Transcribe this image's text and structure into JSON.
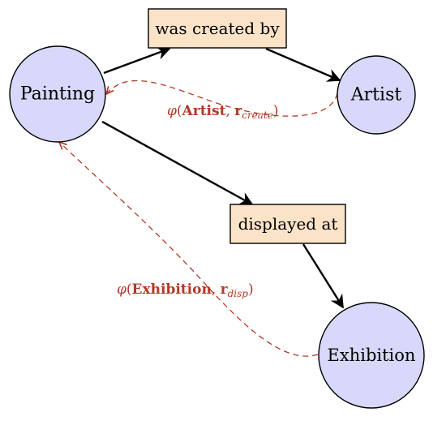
{
  "diagram": {
    "nodes": {
      "painting": "Painting",
      "artist": "Artist",
      "exhibition": "Exhibition"
    },
    "relations": {
      "created": "was created by",
      "displayed": "displayed at"
    },
    "annotations": {
      "create": {
        "phi": "φ",
        "open": "(",
        "entity": "Artist",
        "sep": ", ",
        "r": "r",
        "sub": "create",
        "close": ")"
      },
      "disp": {
        "phi": "φ",
        "open": "(",
        "entity": "Exhibition",
        "sep": ", ",
        "r": "r",
        "sub": "disp",
        "close": ")"
      }
    },
    "colors": {
      "node_fill": "#d8d8fb",
      "relation_fill": "#fbe3c8",
      "annotation": "#b03a26"
    }
  }
}
